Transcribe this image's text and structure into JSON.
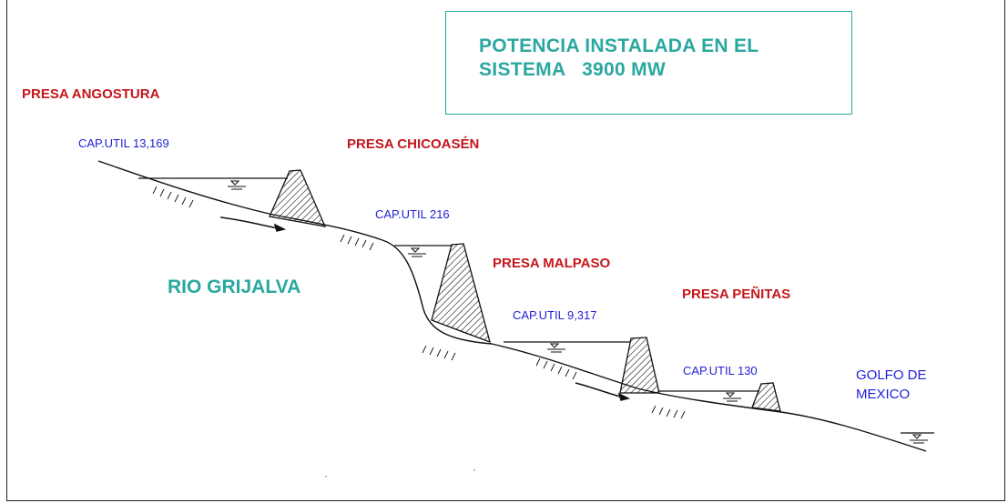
{
  "power_box": {
    "line1": "POTENCIA INSTALADA EN EL",
    "line2": "SISTEMA   3900 MW"
  },
  "dams": {
    "angostura": {
      "name": "PRESA ANGOSTURA",
      "capacity": "CAP.UTIL 13,169"
    },
    "chicoasen": {
      "name": "PRESA CHICOASÉN",
      "capacity": "CAP.UTIL 216"
    },
    "malpaso": {
      "name": "PRESA MALPASO",
      "capacity": "CAP.UTIL 9,317"
    },
    "penitas": {
      "name": "PRESA PEÑITAS",
      "capacity": "CAP.UTIL 130"
    }
  },
  "river": {
    "name": "RIO GRIJALVA"
  },
  "gulf": {
    "line1": "GOLFO DE",
    "line2": "MEXICO"
  },
  "colors": {
    "dam_label": "#c4161c",
    "capacity_label": "#1f1fd6",
    "title_teal": "#2aa8a0"
  }
}
